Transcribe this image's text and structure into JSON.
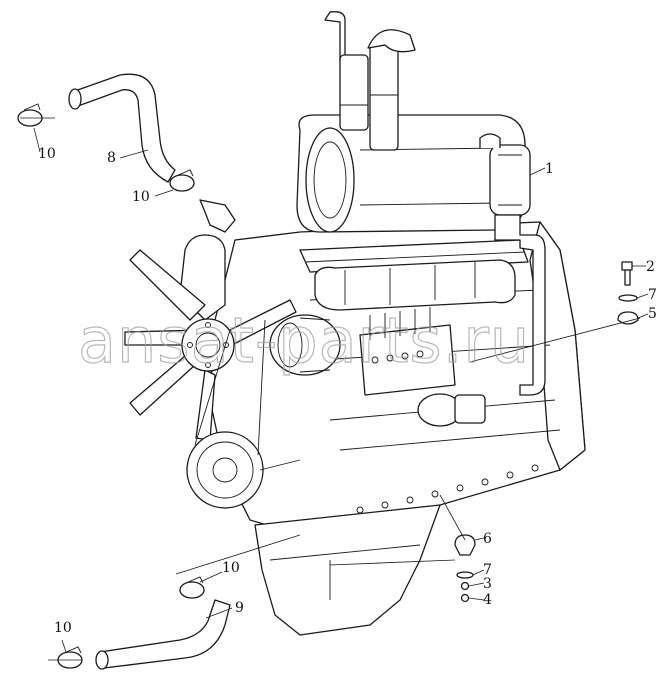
{
  "diagram": {
    "watermark": "ansat-parts.ru",
    "callouts": [
      {
        "id": "c1",
        "text": "1"
      },
      {
        "id": "c2",
        "text": "2"
      },
      {
        "id": "c7a",
        "text": "7"
      },
      {
        "id": "c5",
        "text": "5"
      },
      {
        "id": "c6",
        "text": "6"
      },
      {
        "id": "c7b",
        "text": "7"
      },
      {
        "id": "c3",
        "text": "3"
      },
      {
        "id": "c4",
        "text": "4"
      },
      {
        "id": "c8",
        "text": "8"
      },
      {
        "id": "c9",
        "text": "9"
      },
      {
        "id": "c10a",
        "text": "10"
      },
      {
        "id": "c10b",
        "text": "10"
      },
      {
        "id": "c10c",
        "text": "10"
      },
      {
        "id": "c10d",
        "text": "10"
      }
    ]
  }
}
